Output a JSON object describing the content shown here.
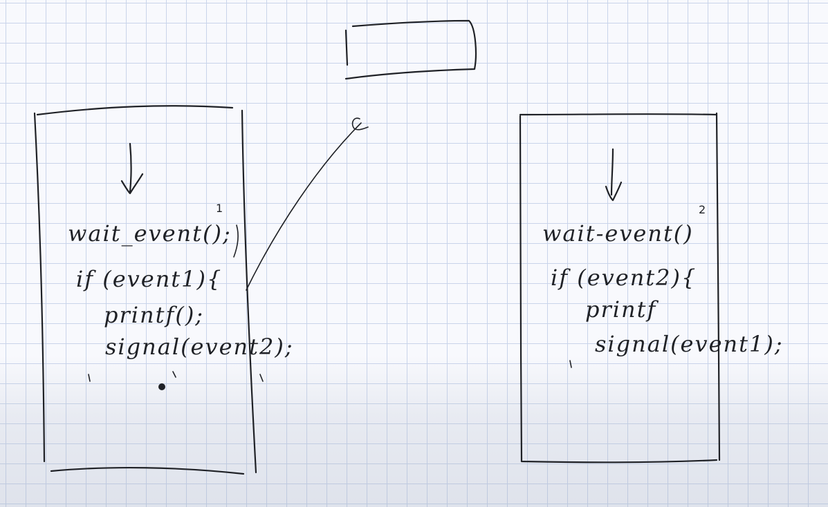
{
  "left_box": {
    "lines": [
      "wait_event();",
      "if (event1){",
      "printf();",
      "signal(event2);"
    ],
    "superscript": "1"
  },
  "right_box": {
    "lines": [
      "wait-event()",
      "if (event2){",
      "printf",
      "signal(event1);"
    ],
    "superscript": "2"
  },
  "colors": {
    "ink": "#1f2126",
    "grid": "#c9d4ea",
    "paper": "#f8f9fd"
  }
}
